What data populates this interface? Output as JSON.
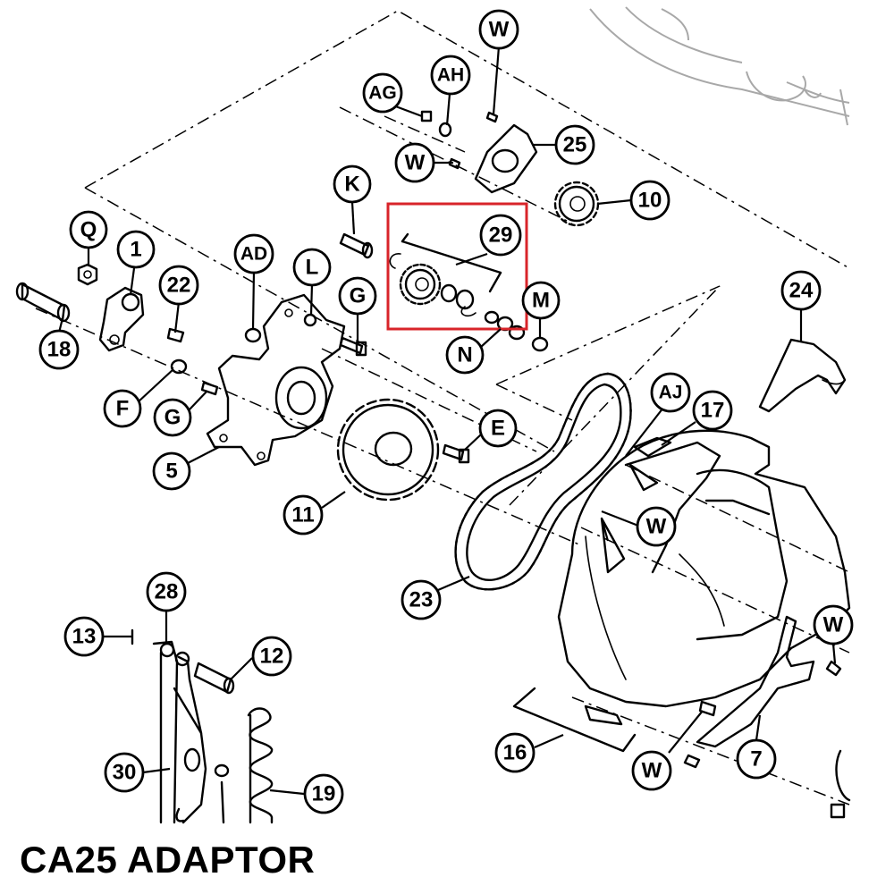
{
  "caption": "CA25 ADAPTOR",
  "highlight_color": "#d8242a",
  "callouts": {
    "c29": "29",
    "cW1": "W",
    "cAG": "AG",
    "cAH": "AH",
    "c25": "25",
    "cW2": "W",
    "c10": "10",
    "cK": "K",
    "cQ": "Q",
    "c1": "1",
    "cAD": "AD",
    "cL": "L",
    "c22": "22",
    "cG1": "G",
    "cM": "M",
    "cN": "N",
    "c18": "18",
    "cF": "F",
    "cG2": "G",
    "c5": "5",
    "cE": "E",
    "c11": "11",
    "c24": "24",
    "cAJ": "AJ",
    "c17": "17",
    "cW3": "W",
    "c23": "23",
    "c28": "28",
    "c13": "13",
    "c12": "12",
    "c30": "30",
    "c19": "19",
    "c16": "16",
    "cW4": "W",
    "c7": "7",
    "cW5": "W"
  }
}
